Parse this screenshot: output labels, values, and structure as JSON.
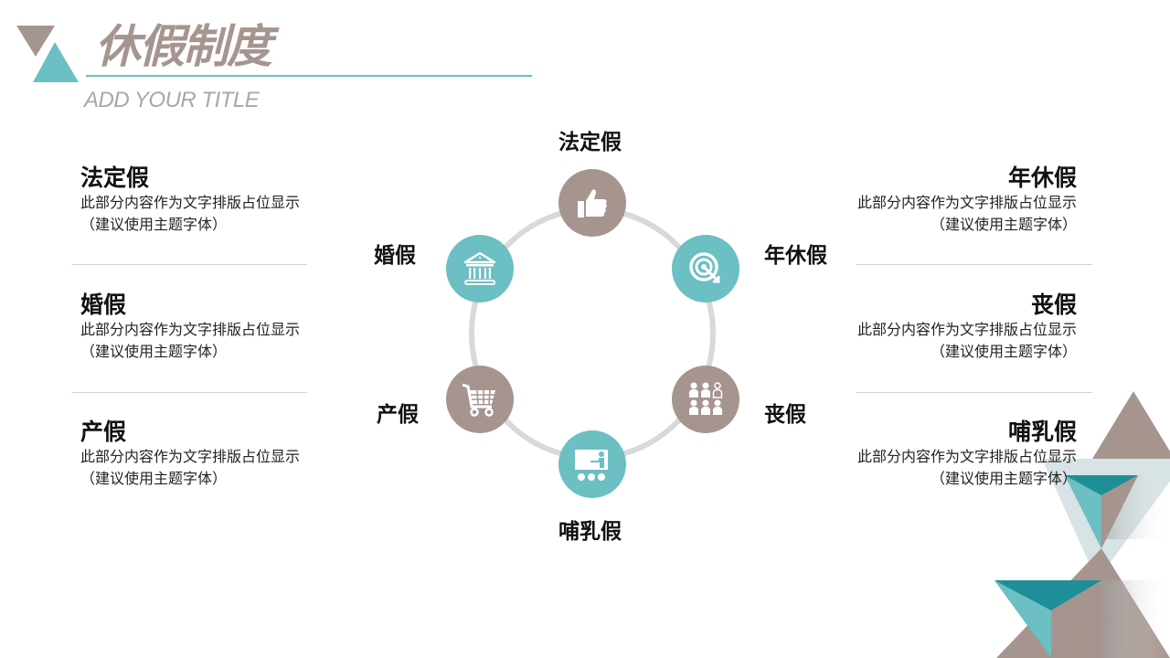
{
  "header": {
    "title": "休假制度",
    "subtitle": "ADD YOUR TITLE"
  },
  "colors": {
    "teal": "#6cbfc2",
    "taupe": "#a6958f",
    "dark_teal": "#1e8f99",
    "ring": "#d9d9d9",
    "divider": "#d3d3d3"
  },
  "left_blocks": [
    {
      "title": "法定假",
      "line1": "此部分内容作为文字排版占位显示",
      "line2": "（建议使用主题字体）"
    },
    {
      "title": "婚假",
      "line1": "此部分内容作为文字排版占位显示",
      "line2": "（建议使用主题字体）"
    },
    {
      "title": "产假",
      "line1": "此部分内容作为文字排版占位显示",
      "line2": "（建议使用主题字体）"
    }
  ],
  "right_blocks": [
    {
      "title": "年休假",
      "line1": "此部分内容作为文字排版占位显示",
      "line2": "（建议使用主题字体）"
    },
    {
      "title": "丧假",
      "line1": "此部分内容作为文字排版占位显示",
      "line2": "（建议使用主题字体）"
    },
    {
      "title": "哺乳假",
      "line1": "此部分内容作为文字排版占位显示",
      "line2": "（建议使用主题字体）"
    }
  ],
  "cycle_nodes": [
    {
      "label": "法定假",
      "icon": "thumbs-up-icon",
      "color": "taupe"
    },
    {
      "label": "年休假",
      "icon": "target-icon",
      "color": "teal"
    },
    {
      "label": "丧假",
      "icon": "group-people-icon",
      "color": "taupe"
    },
    {
      "label": "哺乳假",
      "icon": "presentation-icon",
      "color": "teal"
    },
    {
      "label": "产假",
      "icon": "shopping-cart-icon",
      "color": "taupe"
    },
    {
      "label": "婚假",
      "icon": "bank-building-icon",
      "color": "teal"
    }
  ]
}
